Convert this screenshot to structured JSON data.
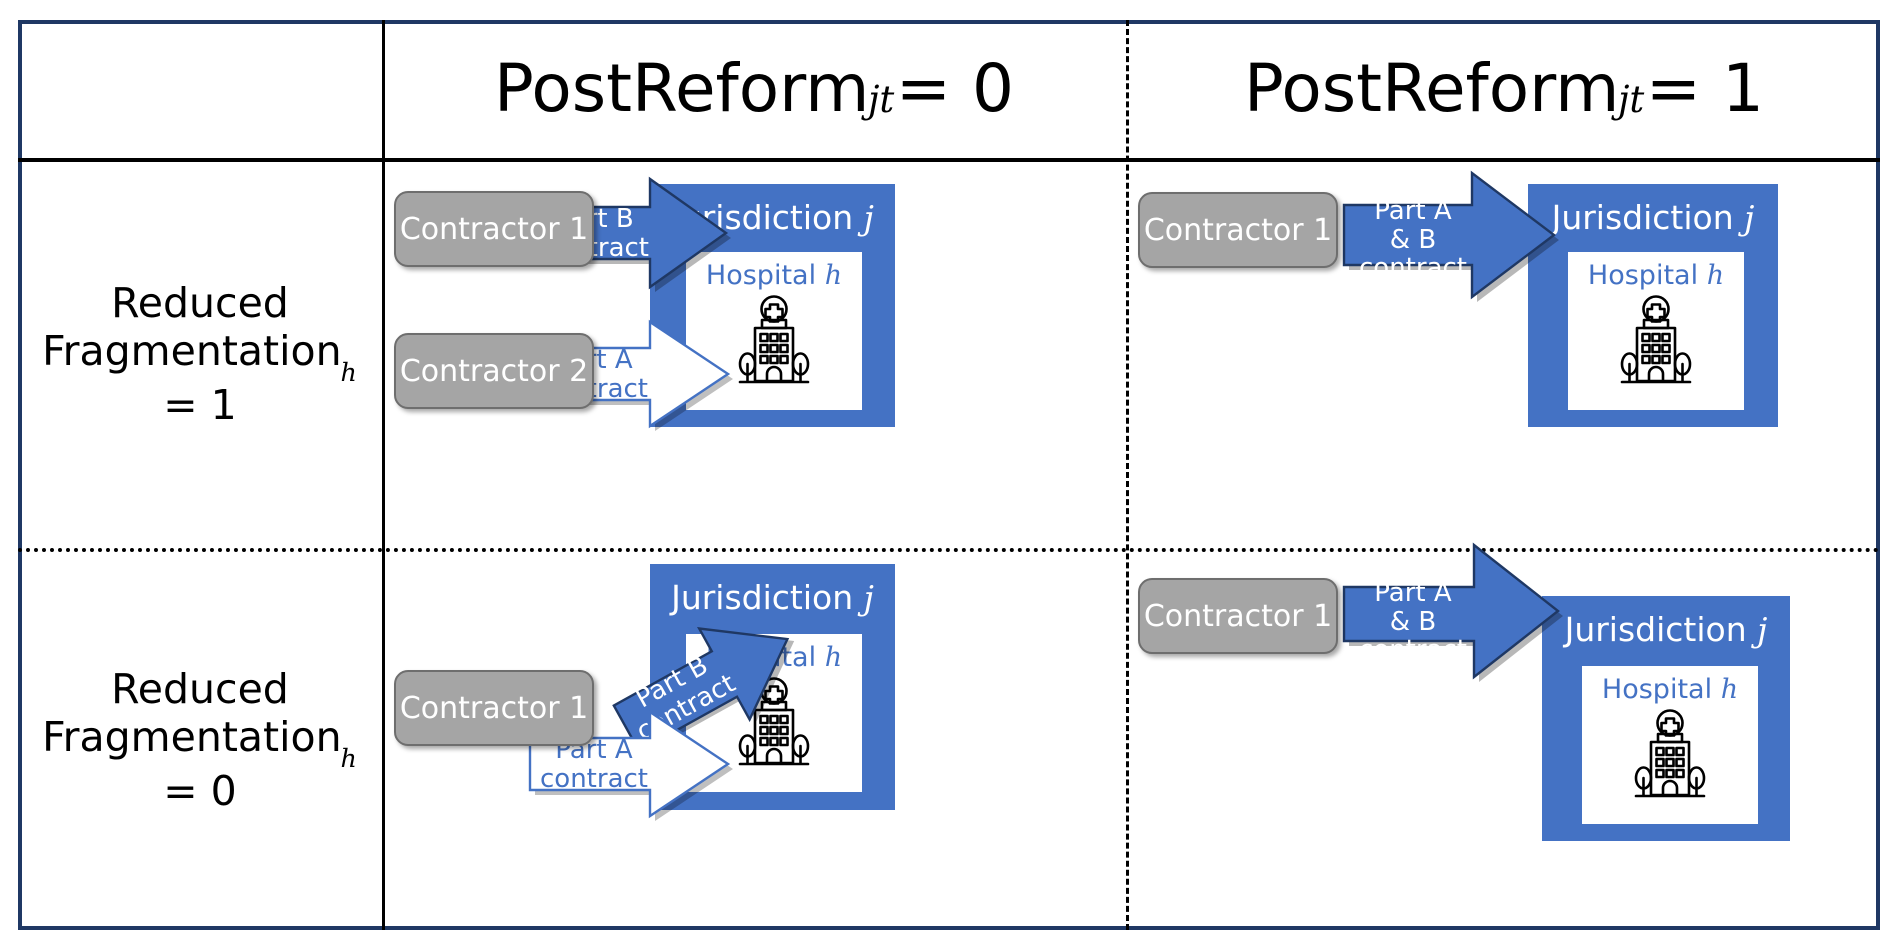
{
  "figure": {
    "type": "2x2-matrix-diagram",
    "title": "",
    "colors": {
      "accent_blue": "#4472C4",
      "accent_blue_dark": "#2F528F",
      "contractor_gray": "#A5A5A5",
      "contractor_gray_border": "#6E6E6E",
      "frame_navy": "#1F3864",
      "text_black": "#000000",
      "text_white": "#FFFFFF"
    }
  },
  "table": {
    "column_headers": [
      {
        "base": "PostReform",
        "subscript": "jt",
        "equals": " = 0",
        "full": "PostReform_jt = 0"
      },
      {
        "base": "PostReform",
        "subscript": "jt",
        "equals": " = 1",
        "full": "PostReform_jt = 1"
      }
    ],
    "row_headers": [
      {
        "line1": "Reduced",
        "line2": "Fragmentation",
        "subscript": "h",
        "line3": "= 1",
        "full": "Reduced Fragmentation_h = 1"
      },
      {
        "line1": "Reduced",
        "line2": "Fragmentation",
        "subscript": "h",
        "line3": "= 0",
        "full": "Reduced Fragmentation_h = 0"
      }
    ]
  },
  "cells": {
    "r0c0": {
      "contractors": [
        {
          "label": "Contractor 1"
        },
        {
          "label": "Contractor 2"
        }
      ],
      "arrows": [
        {
          "label_lines": [
            "Part B",
            "contract"
          ],
          "style": "filled-blue",
          "orientation": "horizontal"
        },
        {
          "label_lines": [
            "Part A",
            "contract"
          ],
          "style": "outline-white",
          "orientation": "horizontal"
        }
      ],
      "jurisdiction": {
        "title": "Jurisdiction",
        "italic": "j"
      },
      "hospital": {
        "title": "Hospital",
        "italic": "h",
        "icon": "hospital-building-icon"
      }
    },
    "r0c1": {
      "contractors": [
        {
          "label": "Contractor 1"
        }
      ],
      "arrows": [
        {
          "label_lines": [
            "Part A",
            "& B",
            "contract"
          ],
          "style": "filled-blue",
          "orientation": "horizontal"
        }
      ],
      "jurisdiction": {
        "title": "Jurisdiction",
        "italic": "j"
      },
      "hospital": {
        "title": "Hospital",
        "italic": "h",
        "icon": "hospital-building-icon"
      }
    },
    "r1c0": {
      "contractors": [
        {
          "label": "Contractor 1"
        }
      ],
      "arrows": [
        {
          "label_lines": [
            "Part B",
            "contract"
          ],
          "style": "filled-blue",
          "orientation": "diagonal-up"
        },
        {
          "label_lines": [
            "Part A",
            "contract"
          ],
          "style": "outline-white",
          "orientation": "horizontal"
        }
      ],
      "jurisdiction": {
        "title": "Jurisdiction",
        "italic": "j"
      },
      "hospital": {
        "title": "Hospital",
        "italic": "h",
        "icon": "hospital-building-icon"
      }
    },
    "r1c1": {
      "contractors": [
        {
          "label": "Contractor 1"
        }
      ],
      "arrows": [
        {
          "label_lines": [
            "Part A",
            "& B",
            "contract"
          ],
          "style": "filled-blue",
          "orientation": "horizontal"
        }
      ],
      "jurisdiction": {
        "title": "Jurisdiction",
        "italic": "j"
      },
      "hospital": {
        "title": "Hospital",
        "italic": "h",
        "icon": "hospital-building-icon"
      }
    }
  }
}
